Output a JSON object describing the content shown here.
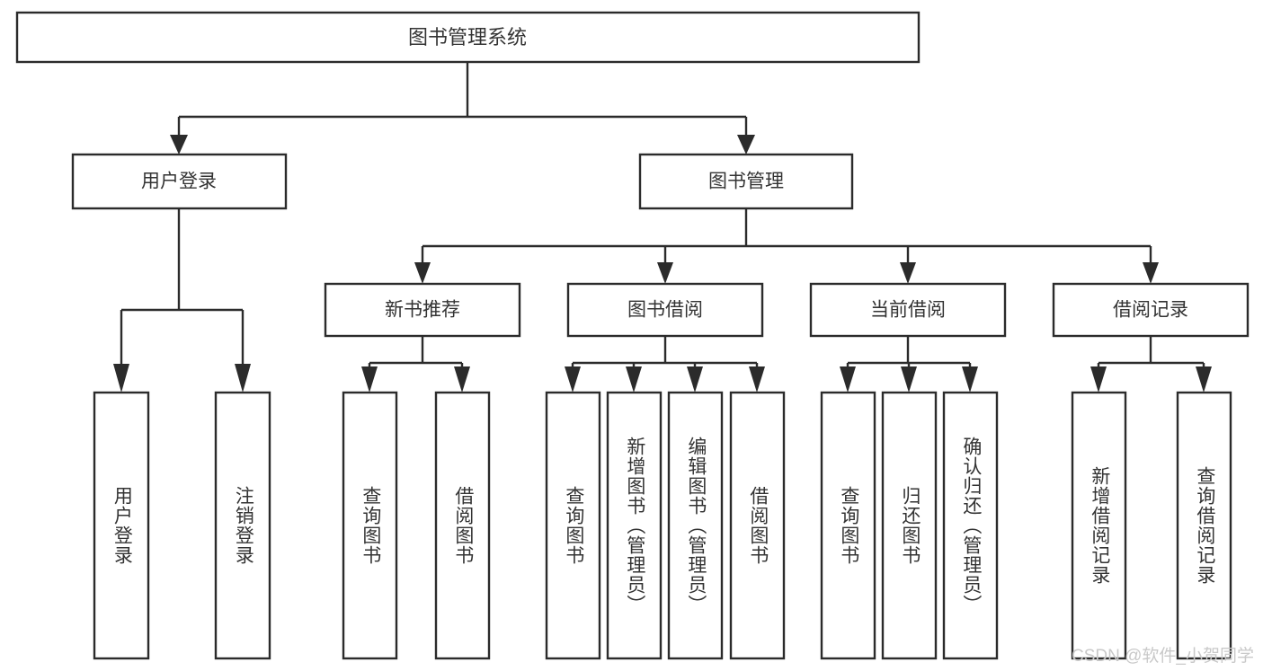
{
  "diagram": {
    "title": "图书管理系统",
    "type": "tree",
    "root": {
      "id": "root",
      "label": "图书管理系统",
      "orientation": "horizontal"
    },
    "level2": [
      {
        "id": "user-login",
        "label": "用户登录",
        "orientation": "horizontal"
      },
      {
        "id": "book-manage",
        "label": "图书管理",
        "orientation": "horizontal"
      }
    ],
    "level3": [
      {
        "id": "new-book-recommend",
        "label": "新书推荐",
        "orientation": "horizontal",
        "parent": "book-manage"
      },
      {
        "id": "book-borrow",
        "label": "图书借阅",
        "orientation": "horizontal",
        "parent": "book-manage"
      },
      {
        "id": "current-borrow",
        "label": "当前借阅",
        "orientation": "horizontal",
        "parent": "book-manage"
      },
      {
        "id": "borrow-record",
        "label": "借阅记录",
        "orientation": "horizontal",
        "parent": "book-manage"
      }
    ],
    "leaves": [
      {
        "id": "leaf-user-login",
        "label": "用户登录",
        "parent": "user-login",
        "orientation": "vertical"
      },
      {
        "id": "leaf-user-logout",
        "label": "注销登录",
        "parent": "user-login",
        "orientation": "vertical"
      },
      {
        "id": "leaf-query-book-1",
        "label": "查询图书",
        "parent": "new-book-recommend",
        "orientation": "vertical"
      },
      {
        "id": "leaf-borrow-book-1",
        "label": "借阅图书",
        "parent": "new-book-recommend",
        "orientation": "vertical"
      },
      {
        "id": "leaf-query-book-2",
        "label": "查询图书",
        "parent": "book-borrow",
        "orientation": "vertical"
      },
      {
        "id": "leaf-add-book",
        "label": "新增图书（管理员）",
        "parent": "book-borrow",
        "orientation": "vertical"
      },
      {
        "id": "leaf-edit-book",
        "label": "编辑图书（管理员）",
        "parent": "book-borrow",
        "orientation": "vertical"
      },
      {
        "id": "leaf-borrow-book-2",
        "label": "借阅图书",
        "parent": "book-borrow",
        "orientation": "vertical"
      },
      {
        "id": "leaf-query-book-3",
        "label": "查询图书",
        "parent": "current-borrow",
        "orientation": "vertical"
      },
      {
        "id": "leaf-return-book",
        "label": "归还图书",
        "parent": "current-borrow",
        "orientation": "vertical"
      },
      {
        "id": "leaf-confirm-return",
        "label": "确认归还（管理员）",
        "parent": "current-borrow",
        "orientation": "vertical"
      },
      {
        "id": "leaf-add-record",
        "label": "新增借阅记录",
        "parent": "borrow-record",
        "orientation": "vertical"
      },
      {
        "id": "leaf-query-record",
        "label": "查询借阅记录",
        "parent": "borrow-record",
        "orientation": "vertical"
      }
    ],
    "colors": {
      "stroke": "#2b2b2b",
      "fill": "#ffffff",
      "text": "#333333",
      "watermark": "#c9c9c9",
      "background": "#ffffff"
    }
  },
  "watermark": {
    "text": "CSDN @软件_小贺同学"
  }
}
